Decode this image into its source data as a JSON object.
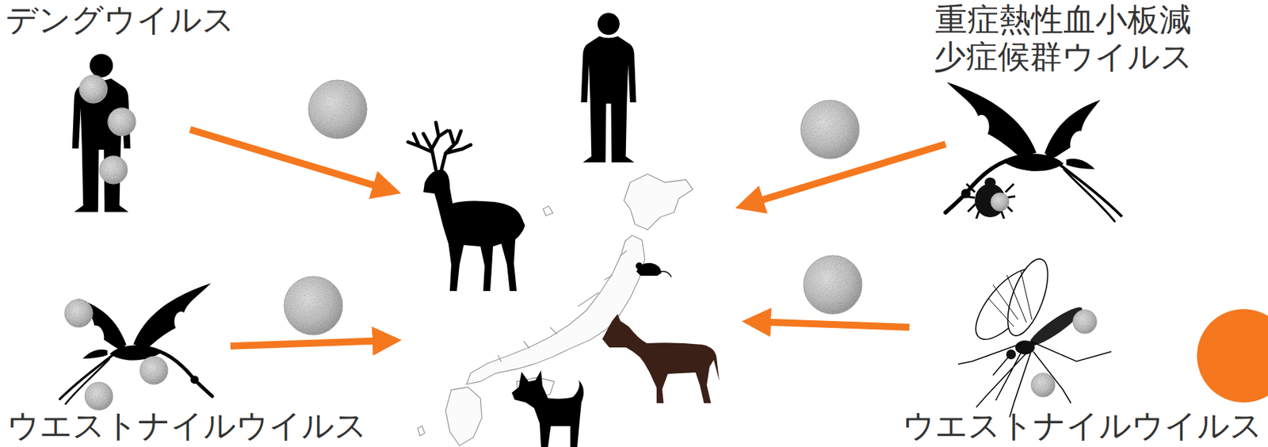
{
  "diagram": {
    "labels": [
      "デングウイルス",
      "重症熱性血小板減少症候群ウイルス",
      "ウエストナイルウイルス",
      "ウエストナイルウイルス"
    ]
  }
}
